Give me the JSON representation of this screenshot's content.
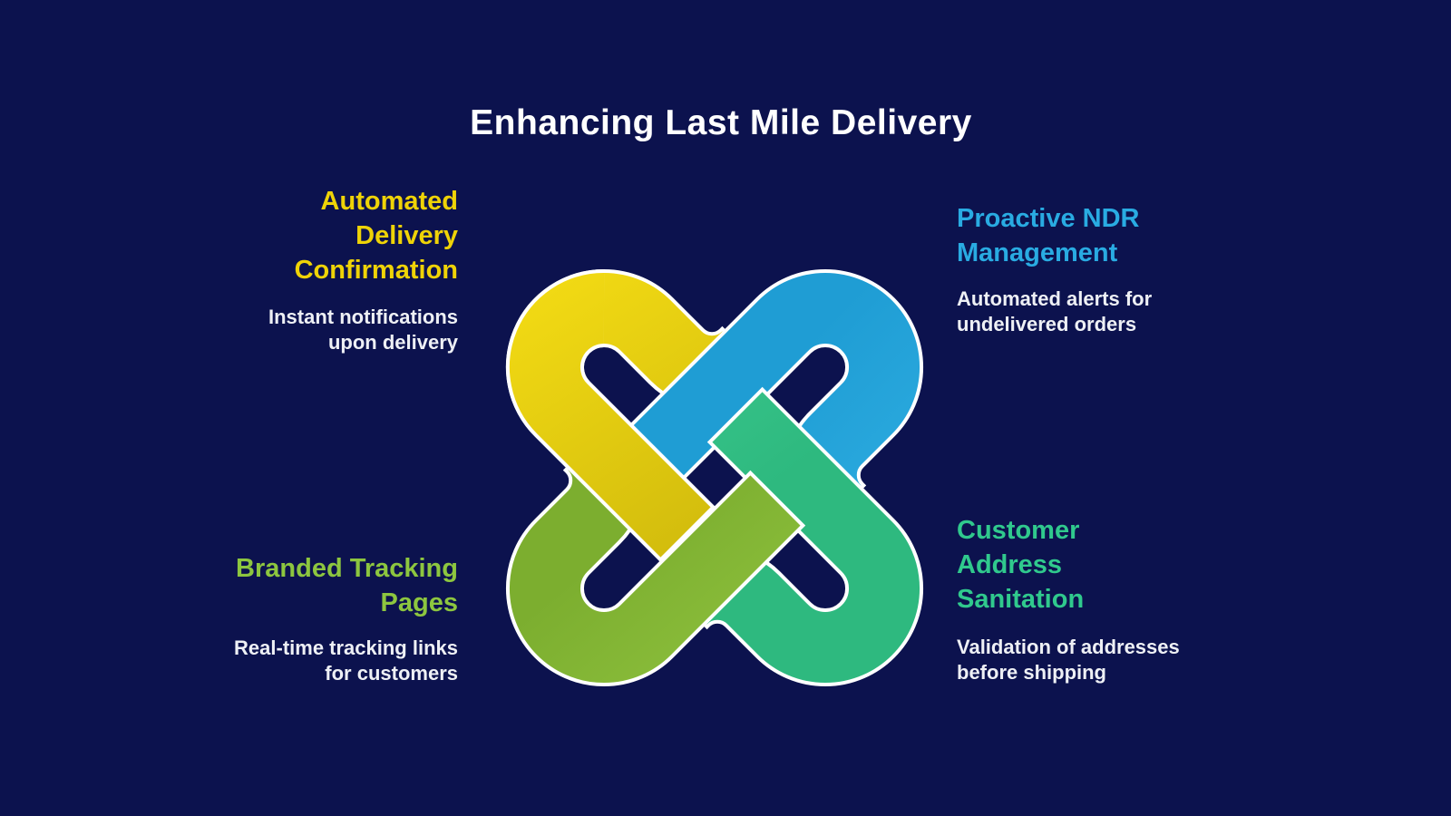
{
  "background_color": "#0c124e",
  "title": {
    "text": "Enhancing Last Mile Delivery",
    "color": "#ffffff"
  },
  "quadrants": [
    {
      "id": "top-left",
      "heading": "Automated Delivery Confirmation",
      "description": "Instant notifications upon delivery",
      "heading_color": "#efd307",
      "align": "right"
    },
    {
      "id": "top-right",
      "heading": "Proactive NDR Management",
      "description": "Automated alerts for undelivered orders",
      "heading_color": "#29abe2",
      "align": "left"
    },
    {
      "id": "bottom-left",
      "heading": "Branded Tracking Pages",
      "description": "Real-time tracking links for customers",
      "heading_color": "#8dc63f",
      "align": "right"
    },
    {
      "id": "bottom-right",
      "heading": "Customer Address Sanitation",
      "description": "Validation of addresses before shipping",
      "heading_color": "#30c98d",
      "align": "left"
    }
  ],
  "body_text_color": "#eef0f5",
  "knot": {
    "description": "Four interlocking rounded hook shapes woven into a pinwheel knot",
    "outline_color": "#ffffff",
    "pieces": [
      {
        "name": "yellow-hook-top-left",
        "color": "#eed60b"
      },
      {
        "name": "blue-hook-top-right",
        "color": "#29abe2"
      },
      {
        "name": "teal-hook-bottom-right",
        "color": "#3bcb8e"
      },
      {
        "name": "olive-hook-bottom-left",
        "color": "#8cc63f"
      }
    ]
  }
}
